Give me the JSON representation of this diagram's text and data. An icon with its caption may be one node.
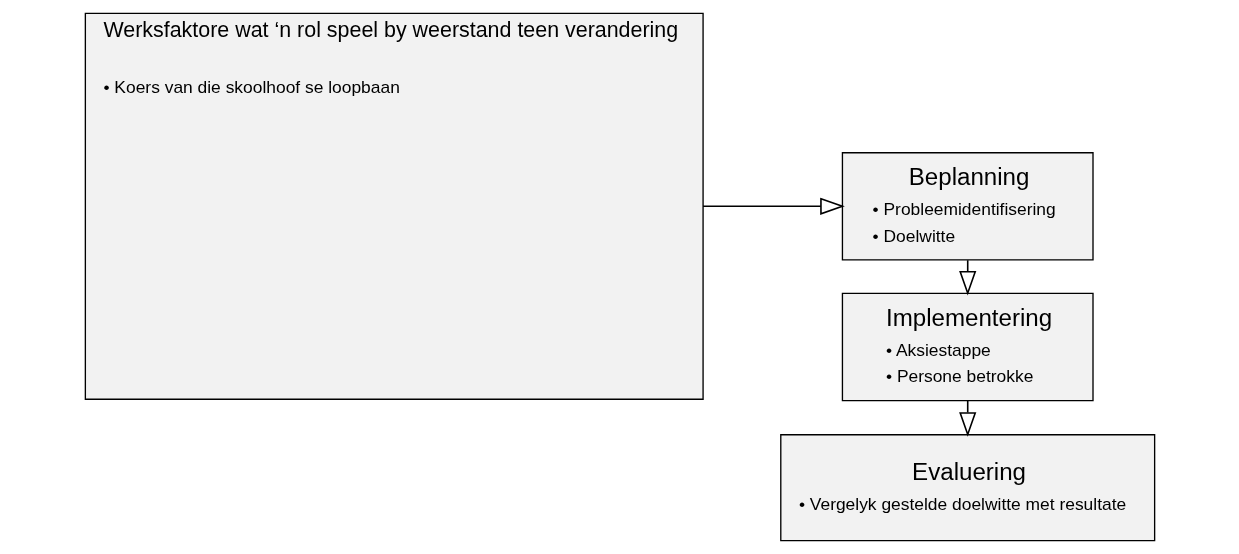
{
  "diagram": {
    "nodes": [
      {
        "text": [
          "Werksfaktore wat ‘n rol speel by weerstand teen verandering",
          "• Koers van die skoolhoof se loopbaan"
        ]
      },
      {
        "text": [
          "Beplanning",
          "• Probleemidentifisering",
          "• Doelwitte"
        ]
      },
      {
        "text": [
          "Implementering",
          "• Aksiestappe",
          "• Persone betrokke"
        ]
      },
      {
        "text": [
          "Evaluering",
          "• Vergelyk gestelde doelwitte met resultate"
        ]
      }
    ],
    "edges": [
      {
        "from": 0,
        "to": 1,
        "arrow": "to"
      },
      {
        "from": 1,
        "to": 2,
        "arrow": "to"
      },
      {
        "from": 2,
        "to": 3,
        "arrow": "to"
      }
    ]
  }
}
